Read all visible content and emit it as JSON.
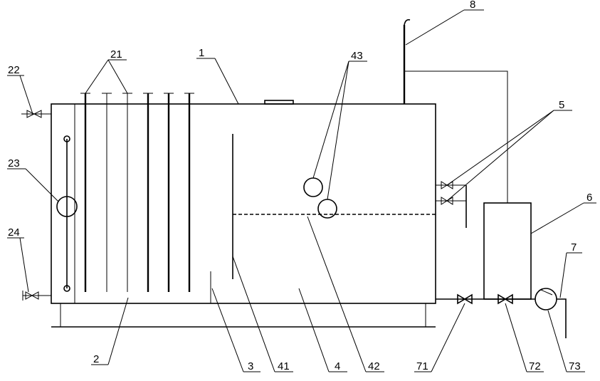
{
  "labels": {
    "l1": "1",
    "l2": "2",
    "l3": "3",
    "l4": "4",
    "l5": "5",
    "l6": "6",
    "l7": "7",
    "l8": "8",
    "l21": "21",
    "l22": "22",
    "l23": "23",
    "l24": "24",
    "l41": "41",
    "l42": "42",
    "l43": "43",
    "l71": "71",
    "l72": "72",
    "l73": "73"
  }
}
